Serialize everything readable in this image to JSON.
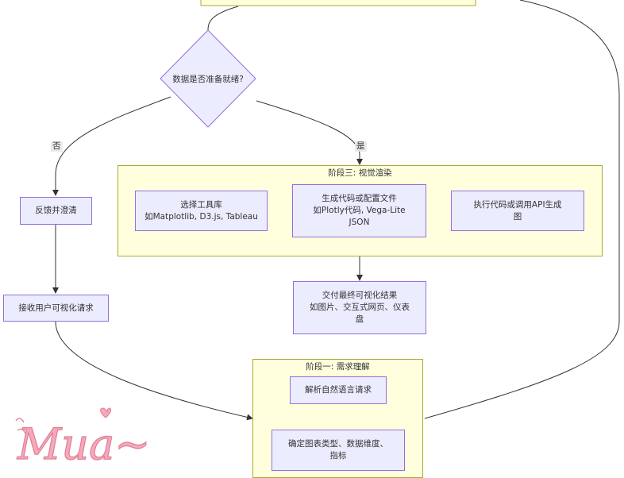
{
  "decision": {
    "label": "数据是否准备就绪?"
  },
  "edges": {
    "no": "否",
    "yes": "是"
  },
  "stage3": {
    "title": "阶段三: 视觉渲染",
    "nodes": [
      "选择工具库\n如Matplotlib, D3.js, Tableau",
      "生成代码或配置文件\n如Plotly代码, Vega-Lite\nJSON",
      "执行代码或调用API生成\n图"
    ]
  },
  "left_nodes": {
    "feedback": "反馈并澄清",
    "receive": "接收用户可视化请求"
  },
  "deliver": {
    "label": "交付最终可视化结果\n如图片、交互式网页、仪表\n盘"
  },
  "stage1": {
    "title": "阶段一: 需求理解",
    "nodes": [
      "解析自然语言请求",
      "确定图表类型、数据维度、\n指标"
    ]
  },
  "sticker": {
    "text": "Mua~"
  }
}
